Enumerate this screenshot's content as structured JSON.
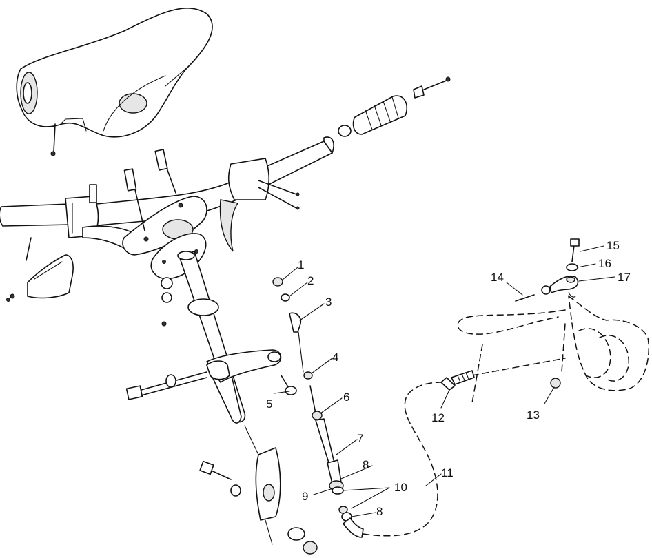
{
  "callouts": [
    {
      "id": "c1",
      "text": "1"
    },
    {
      "id": "c2",
      "text": "2"
    },
    {
      "id": "c3",
      "text": "3"
    },
    {
      "id": "c4",
      "text": "4"
    },
    {
      "id": "c5",
      "text": "5"
    },
    {
      "id": "c6",
      "text": "6"
    },
    {
      "id": "c7",
      "text": "7"
    },
    {
      "id": "c8a",
      "text": "8"
    },
    {
      "id": "c8b",
      "text": "8"
    },
    {
      "id": "c9",
      "text": "9"
    },
    {
      "id": "c10",
      "text": "10"
    },
    {
      "id": "c11",
      "text": "11"
    },
    {
      "id": "c12",
      "text": "12"
    },
    {
      "id": "c13",
      "text": "13"
    },
    {
      "id": "c14",
      "text": "14"
    },
    {
      "id": "c15",
      "text": "15"
    },
    {
      "id": "c16",
      "text": "16"
    },
    {
      "id": "c17",
      "text": "17"
    }
  ]
}
